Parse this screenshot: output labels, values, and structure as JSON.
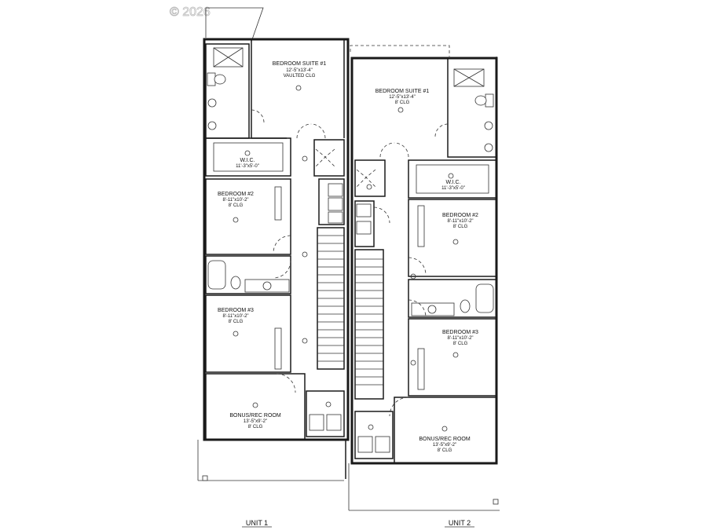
{
  "watermark": "© 2026",
  "units": [
    {
      "label": "UNIT 1",
      "rooms": {
        "suite": {
          "name": "BEDROOM SUITE #1",
          "dims": "12'-5\"x13'-4\"",
          "ceiling": "VAULTED CLG"
        },
        "wic": {
          "name": "W.I.C.",
          "dims": "11'-3\"x5'-0\""
        },
        "bed2": {
          "name": "BEDROOM #2",
          "dims": "8'-11\"x10'-2\"",
          "ceiling": "8' CLG"
        },
        "bed3": {
          "name": "BEDROOM #3",
          "dims": "8'-11\"x10'-2\"",
          "ceiling": "8' CLG"
        },
        "bonus": {
          "name": "BONUS/REC ROOM",
          "dims": "13'-5\"x9'-2\"",
          "ceiling": "8' CLG"
        }
      }
    },
    {
      "label": "UNIT 2",
      "rooms": {
        "suite": {
          "name": "BEDROOM SUITE #1",
          "dims": "12'-5\"x13'-4\"",
          "ceiling": "8' CLG"
        },
        "wic": {
          "name": "W.I.C.",
          "dims": "11'-3\"x5'-0\""
        },
        "bed2": {
          "name": "BEDROOM #2",
          "dims": "8'-11\"x10'-2\"",
          "ceiling": "8' CLG"
        },
        "bed3": {
          "name": "BEDROOM #3",
          "dims": "8'-11\"x10'-2\"",
          "ceiling": "8' CLG"
        },
        "bonus": {
          "name": "BONUS/REC ROOM",
          "dims": "13'-5\"x9'-2\"",
          "ceiling": "8' CLG"
        }
      }
    }
  ]
}
